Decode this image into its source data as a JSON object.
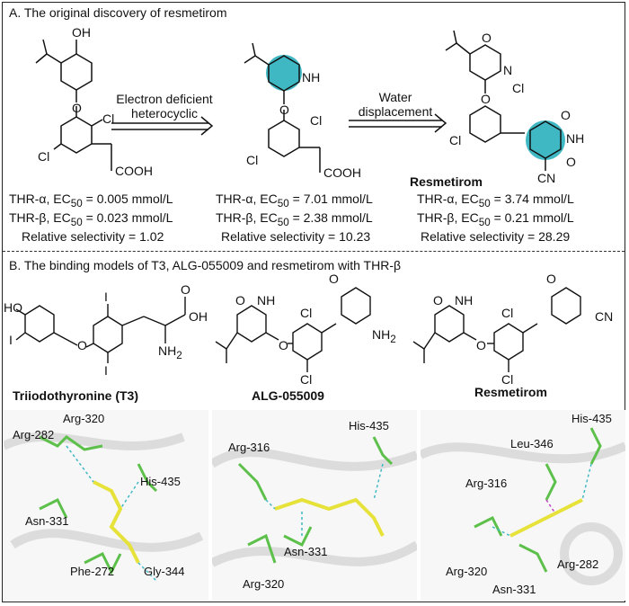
{
  "section_a": {
    "title": "A. The original discovery of resmetirom",
    "arrow1": {
      "line1": "Electron deficient",
      "line2": "heterocyclic"
    },
    "arrow2": {
      "line1": "Water",
      "line2": "displacement"
    },
    "compounds": [
      {
        "name": "",
        "alpha_prefix": "THR-α, EC",
        "alpha_value": " = 0.005 mmol/L",
        "beta_prefix": "THR-β, EC",
        "beta_value": " = 0.023 mmol/L",
        "selectivity": "Relative selectivity = 1.02",
        "subscript": "50"
      },
      {
        "name": "",
        "alpha_prefix": "THR-α, EC",
        "alpha_value": " = 7.01 mmol/L",
        "beta_prefix": "THR-β, EC",
        "beta_value": " = 2.38 mmol/L",
        "selectivity": "Relative selectivity = 10.23",
        "subscript": "50"
      },
      {
        "name": "Resmetirom",
        "alpha_prefix": "THR-α, EC",
        "alpha_value": " = 3.74 mmol/L",
        "beta_prefix": "THR-β, EC",
        "beta_value": " = 0.21 mmol/L",
        "selectivity": "Relative selectivity = 28.29",
        "subscript": "50"
      }
    ],
    "atoms": {
      "oh": "OH",
      "o": "O",
      "cl": "Cl",
      "cooh": "COOH",
      "nh": "NH",
      "n": "N",
      "cn": "CN"
    }
  },
  "section_b": {
    "title": "B. The binding models of T3, ALG-055009 and resmetirom with THR-β",
    "molecules": [
      {
        "name": "Triiodothyronine (T3)"
      },
      {
        "name": "ALG-055009"
      },
      {
        "name": "Resmetirom"
      }
    ],
    "atoms": {
      "ho": "HO",
      "i": "I",
      "oh": "OH",
      "nh2": "NH",
      "nh2_sub": "2",
      "o": "O",
      "cl": "Cl",
      "n": "N",
      "nh": "NH",
      "cn": "CN"
    },
    "panels": [
      {
        "residues": [
          "Arg-282",
          "Arg-320",
          "His-435",
          "Asn-331",
          "Phe-272",
          "Gly-344"
        ]
      },
      {
        "residues": [
          "Arg-316",
          "His-435",
          "Asn-331",
          "Arg-320"
        ]
      },
      {
        "residues": [
          "His-435",
          "Leu-346",
          "Arg-316",
          "Arg-320",
          "Arg-282",
          "Asn-331"
        ]
      }
    ]
  },
  "colors": {
    "highlight": "#3fb8c4",
    "ligand": "#e6e23a",
    "carbon": "#5cc04a",
    "nitrogen": "#2a3fd6",
    "oxygen": "#d93a3a",
    "hbond": "#3fb8c4"
  }
}
